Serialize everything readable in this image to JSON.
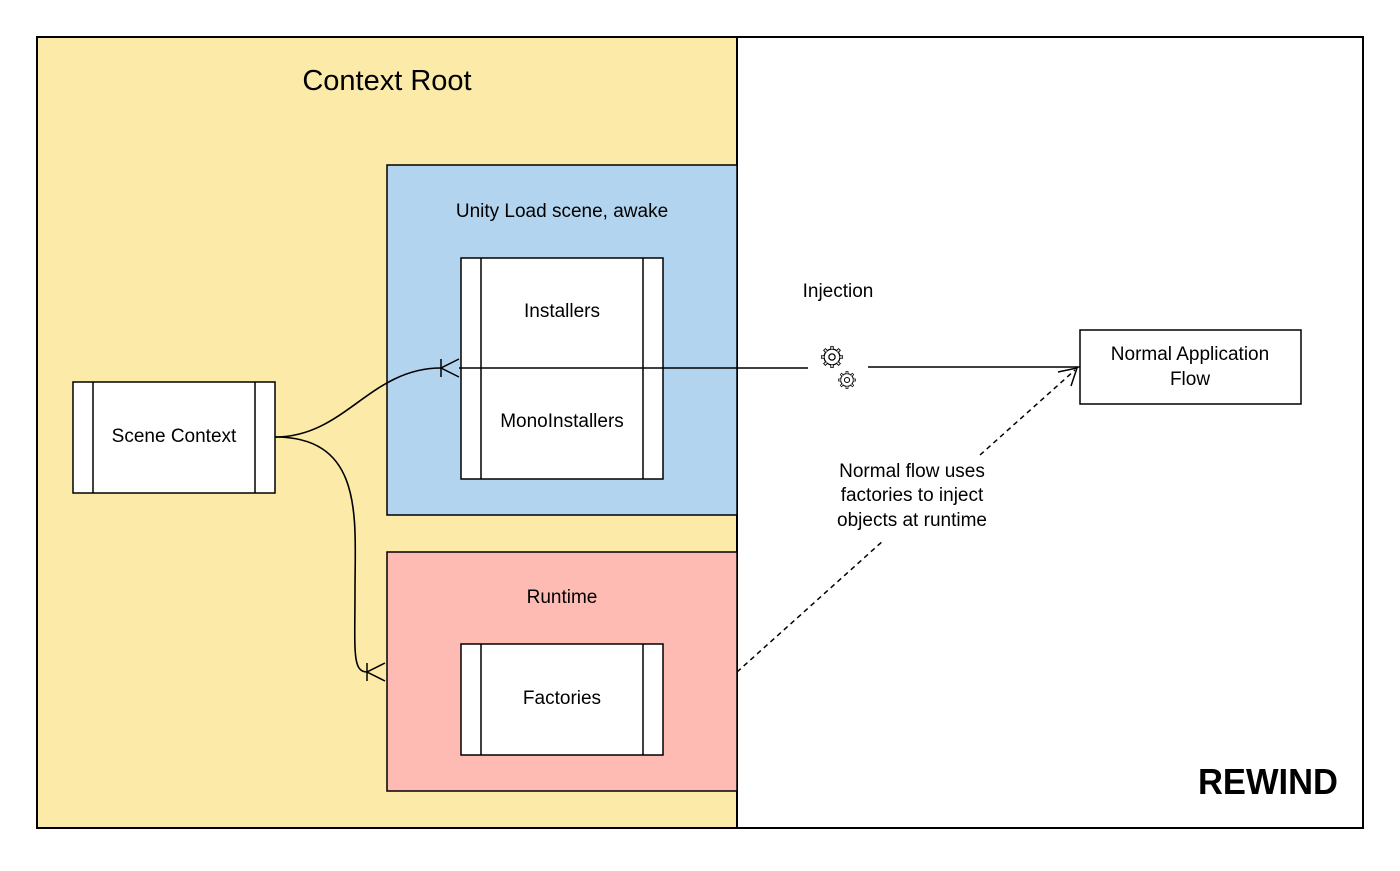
{
  "regions": {
    "context_root": {
      "title": "Context Root",
      "fill": "#fceaa8"
    },
    "load_scene": {
      "title": "Unity Load scene, awake",
      "fill": "#b3d4ee"
    },
    "runtime": {
      "title": "Runtime",
      "fill": "#fdbbb4"
    }
  },
  "nodes": {
    "scene_context": "Scene Context",
    "installers": "Installers",
    "mono_installers": "MonoInstallers",
    "factories": "Factories",
    "normal_application_flow": [
      "Normal Application",
      "Flow"
    ]
  },
  "labels": {
    "injection": "Injection",
    "factory_note": [
      "Normal flow uses",
      "factories to inject",
      "objects at runtime"
    ]
  },
  "icons": {
    "injection": "gears-icon"
  },
  "watermark": {
    "text": "REWIND",
    "color": "#8a8a8a"
  }
}
